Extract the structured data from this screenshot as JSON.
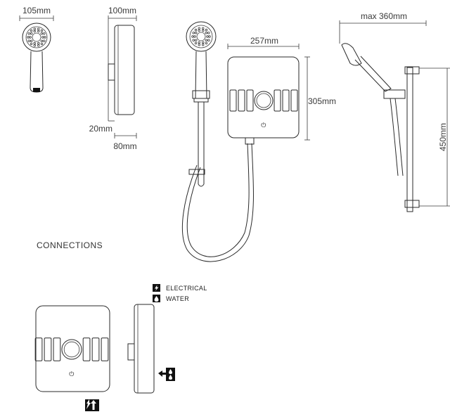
{
  "dimensions": {
    "head_width": "105mm",
    "unit_depth_top": "100mm",
    "unit_depth_bottom": "20mm",
    "unit_depth_overall": "80mm",
    "unit_width": "257mm",
    "unit_height": "305mm",
    "rail_reach": "max 360mm",
    "rail_height": "450mm"
  },
  "connections": {
    "heading": "CONNECTIONS",
    "legend": [
      {
        "icon": "lightning-icon",
        "label": "ELECTRICAL"
      },
      {
        "icon": "water-drop-icon",
        "label": "WATER"
      }
    ]
  },
  "power_symbol": "⏻"
}
